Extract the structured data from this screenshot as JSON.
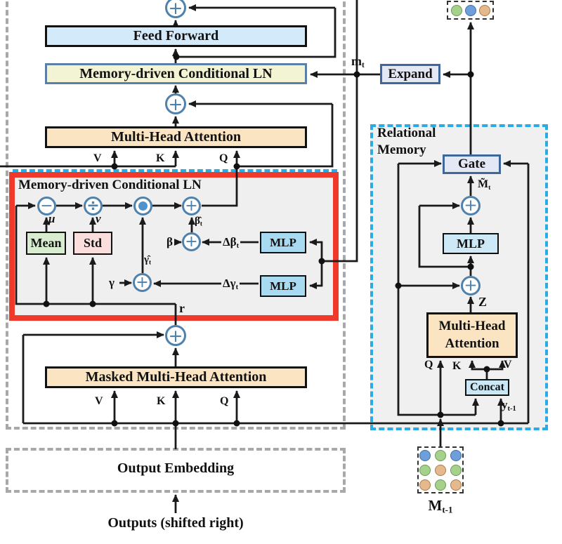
{
  "decoder": {
    "feed_forward": "Feed Forward",
    "mcln": "Memory-driven Conditional LN",
    "mha": "Multi-Head Attention",
    "masked_mha": "Masked Multi-Head Attention",
    "v": "V",
    "k": "K",
    "q": "Q",
    "output_embedding": "Output Embedding",
    "outputs": "Outputs (shifted right)"
  },
  "mcln_detail": {
    "title": "Memory-driven Conditional LN",
    "mean": "Mean",
    "std": "Std",
    "mlp": "MLP",
    "mu": "μ",
    "nu": "ν",
    "beta": "β",
    "gamma": "γ",
    "beta_hat": {
      "base": "β̂",
      "sub": "t"
    },
    "gamma_hat": {
      "base": "γ̂",
      "sub": "t"
    },
    "delta_beta": {
      "base": "Δβ",
      "sub": "t"
    },
    "delta_gamma": {
      "base": "Δγ",
      "sub": "t"
    },
    "r": "r"
  },
  "relational_memory": {
    "title_line1": "Relational",
    "title_line2": "Memory",
    "gate": "Gate",
    "expand": "Expand",
    "mlp": "MLP",
    "mha_line1": "Multi-Head",
    "mha_line2": "Attention",
    "concat": "Concat",
    "z": "Z",
    "m_t": {
      "base": "m",
      "sub": "t"
    },
    "m_tilde": {
      "base": "M̃",
      "sub": "t"
    },
    "y_prev": {
      "base": "y",
      "sub": "t-1"
    },
    "m_prev": {
      "base": "M",
      "sub": "t-1"
    },
    "q": "Q",
    "k": "K",
    "v": "V"
  },
  "operators": {
    "add": "+",
    "subtract": "−",
    "divide": "÷"
  },
  "memory_cells": {
    "output_row": [
      "green",
      "blue",
      "orange"
    ],
    "matrix": [
      [
        "blue",
        "green",
        "blue"
      ],
      [
        "green",
        "orange",
        "green"
      ],
      [
        "orange",
        "green",
        "orange"
      ]
    ]
  },
  "colors": {
    "highlight_frame": "#ee392b",
    "relational_border": "#2aabe2",
    "decoder_border": "#a8a8a8",
    "attention_fill": "#fbe4c1",
    "feed_forward_fill": "#d3eafb",
    "cond_ln_fill": "#f3f4d3",
    "mlp_fill": "#a8daf2",
    "gate_expand_fill": "#e4e7f4",
    "operator_stroke": "#4f81ad",
    "cell_green": "#a5d18d",
    "cell_blue": "#6e9fdb",
    "cell_orange": "#e5b98e"
  }
}
